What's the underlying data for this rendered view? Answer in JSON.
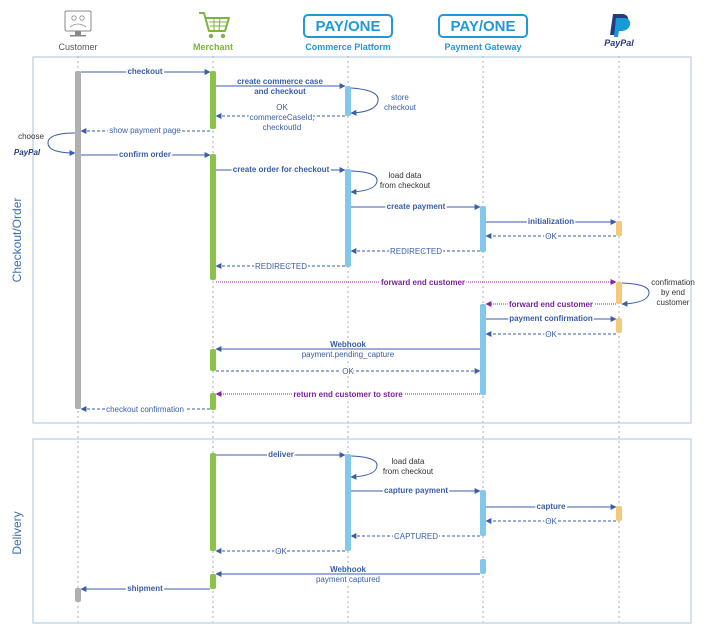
{
  "actors": {
    "customer": "Customer",
    "merchant": "Merchant",
    "commerce_logo": "PAY/ONE",
    "commerce": "Commerce Platform",
    "gateway_logo": "PAY/ONE",
    "gateway": "Payment Gateway",
    "paypal": "PayPal"
  },
  "frames": {
    "checkout": "Checkout/Order",
    "delivery": "Delivery"
  },
  "side_notes": {
    "choose": "choose",
    "choose_logo": "PayPal",
    "confirm_1": "confirmation",
    "confirm_2": "by end",
    "confirm_3": "customer"
  },
  "messages": {
    "checkout": "checkout",
    "create_case_1": "create commerce case",
    "create_case_2": "and checkout",
    "store_1": "store",
    "store_2": "checkout",
    "ok_case_1": "OK",
    "ok_case_2": "commerceCaseId,",
    "ok_case_3": "checkoutId",
    "show_payment": "show payment page",
    "confirm_order": "confirm order",
    "create_order": "create order for checkout",
    "load_1": "load data",
    "load_2": "from checkout",
    "create_payment": "create payment",
    "initialization": "initialization",
    "ok1": "OK",
    "redirected1": "REDIRECTED",
    "redirected2": "REDIRECTED",
    "forward1": "forward end customer",
    "forward2": "forward end customer",
    "payment_confirmation": "payment confirmation",
    "ok2": "OK",
    "webhook1_1": "Webhook",
    "webhook1_2": "payment.pending_capture",
    "ok3": "OK",
    "return_store": "return end customer to store",
    "checkout_confirmation": "checkout confirmation",
    "deliver": "deliver",
    "load2_1": "load data",
    "load2_2": "from checkout",
    "capture_payment": "capture payment",
    "capture": "capture",
    "ok4": "OK",
    "captured": "CAPTURED",
    "ok5": "OK",
    "webhook2_1": "Webhook",
    "webhook2_2": "payment captured",
    "shipment": "shipment"
  },
  "colors": {
    "customer": "#b0b0b0",
    "merchant": "#8bc34a",
    "commerce": "#81c8ea",
    "gateway": "#81c8ea",
    "paypal": "#f6c87a",
    "arrow": "#3a5da8",
    "purple": "#8e24aa",
    "frame": "#a8c4e0"
  }
}
